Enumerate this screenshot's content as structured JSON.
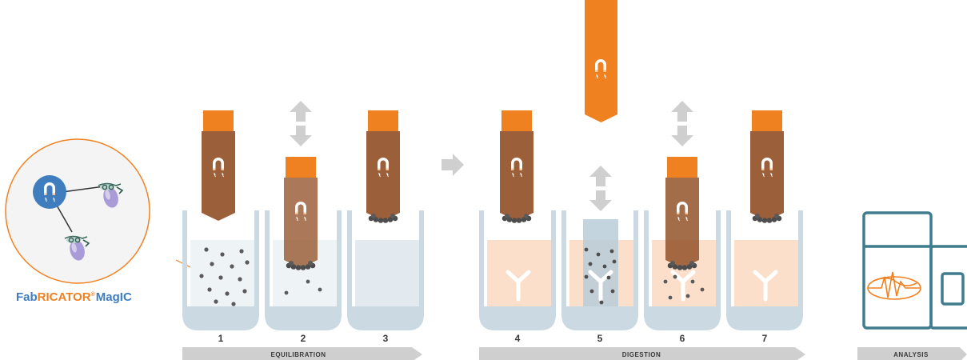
{
  "brand": {
    "prefix": "Fab",
    "middle": "RICATOR",
    "reg": "®",
    "suffix": "MagIC"
  },
  "stages": [
    {
      "label": "EQUILIBRATION"
    },
    {
      "label": "DIGESTION"
    },
    {
      "label": "ANALYSIS"
    }
  ],
  "steps": [
    "1",
    "2",
    "3",
    "4",
    "5",
    "6",
    "7"
  ],
  "colors": {
    "orange": "#f08121",
    "brown": "#93532a",
    "well": "#cad9e2",
    "blue": "#3f7dbf",
    "teal": "#3f7c8d",
    "liquid_light": "#eef3f6",
    "liquid_peach": "#fbdfca"
  },
  "icons": [
    "magnet-icon",
    "double-arrow-icon",
    "next-arrow-icon",
    "antibody-icon",
    "bead-icon",
    "enzyme-icon",
    "chromatogram-icon"
  ]
}
